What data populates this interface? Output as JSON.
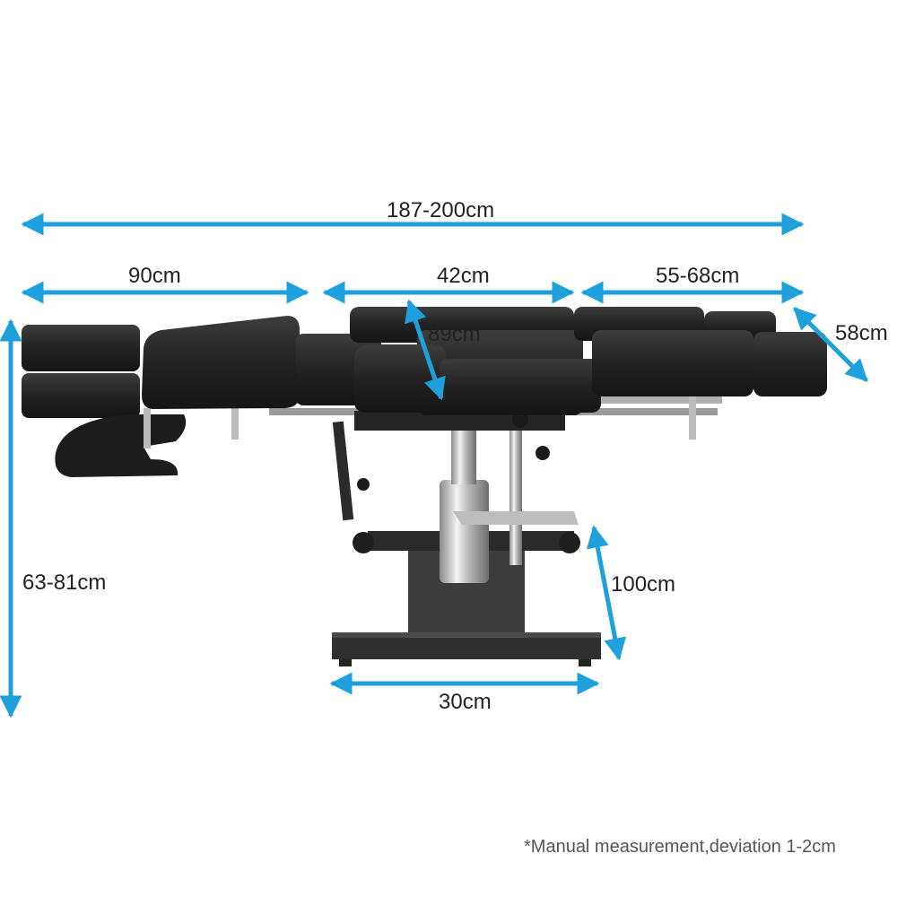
{
  "colors": {
    "arrow": "#1ea0dc",
    "upholstery": "#232323",
    "upholstery_highlight": "#3a3a3a",
    "chrome": "#c9c9c9",
    "base": "#3c3c3c",
    "text": "#222222"
  },
  "dimensions": {
    "overall_length": "187-200cm",
    "back_section": "90cm",
    "seat_section": "42cm",
    "leg_section": "55-68cm",
    "width": "58cm",
    "armrest_length": "89cm",
    "height_range": "63-81cm",
    "base_length": "100cm",
    "base_width": "30cm"
  },
  "footnote": "*Manual measurement,deviation 1-2cm"
}
